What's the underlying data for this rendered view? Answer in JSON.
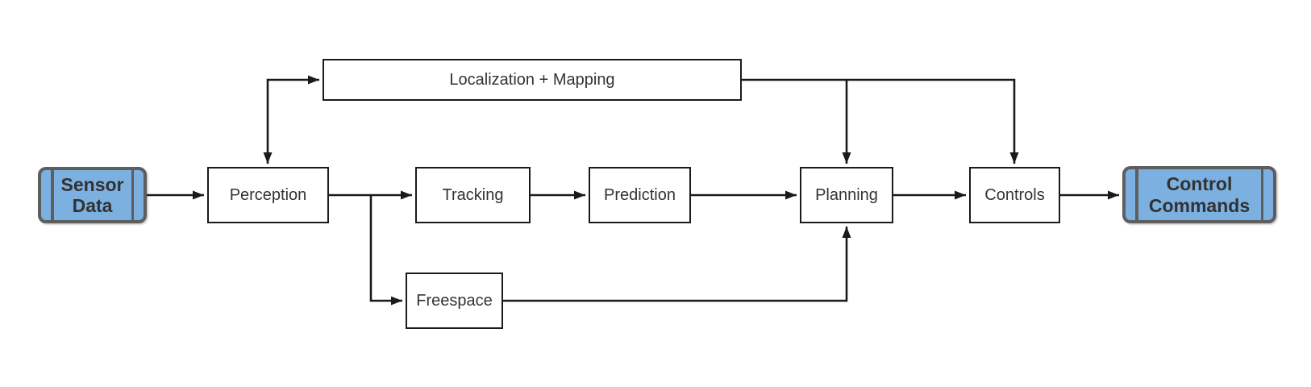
{
  "diagram": {
    "nodes": {
      "sensor_data": {
        "label": "Sensor Data",
        "shape": "predefined-process",
        "role": "input"
      },
      "perception": {
        "label": "Perception",
        "shape": "process"
      },
      "localization_mapping": {
        "label": "Localization + Mapping",
        "shape": "process"
      },
      "tracking": {
        "label": "Tracking",
        "shape": "process"
      },
      "prediction": {
        "label": "Prediction",
        "shape": "process"
      },
      "planning": {
        "label": "Planning",
        "shape": "process"
      },
      "controls": {
        "label": "Controls",
        "shape": "process"
      },
      "freespace": {
        "label": "Freespace",
        "shape": "process"
      },
      "control_commands": {
        "label": "Control Commands",
        "shape": "predefined-process",
        "role": "output"
      }
    },
    "edges": [
      {
        "from": "sensor_data",
        "to": "perception"
      },
      {
        "from": "perception",
        "to": "localization_mapping",
        "bidirectional": true
      },
      {
        "from": "localization_mapping",
        "to": "planning"
      },
      {
        "from": "localization_mapping",
        "to": "controls"
      },
      {
        "from": "perception",
        "to": "tracking"
      },
      {
        "from": "perception",
        "to": "freespace"
      },
      {
        "from": "tracking",
        "to": "prediction"
      },
      {
        "from": "prediction",
        "to": "planning"
      },
      {
        "from": "freespace",
        "to": "planning"
      },
      {
        "from": "planning",
        "to": "controls"
      },
      {
        "from": "controls",
        "to": "control_commands"
      }
    ]
  },
  "colors": {
    "io_fill": "#7BB0E0",
    "io_border": "#5E5E5E",
    "box_fill": "#FFFFFF",
    "box_border": "#1A1A1A",
    "line": "#1A1A1A",
    "text": "#333333",
    "background": "#FFFFFF"
  }
}
